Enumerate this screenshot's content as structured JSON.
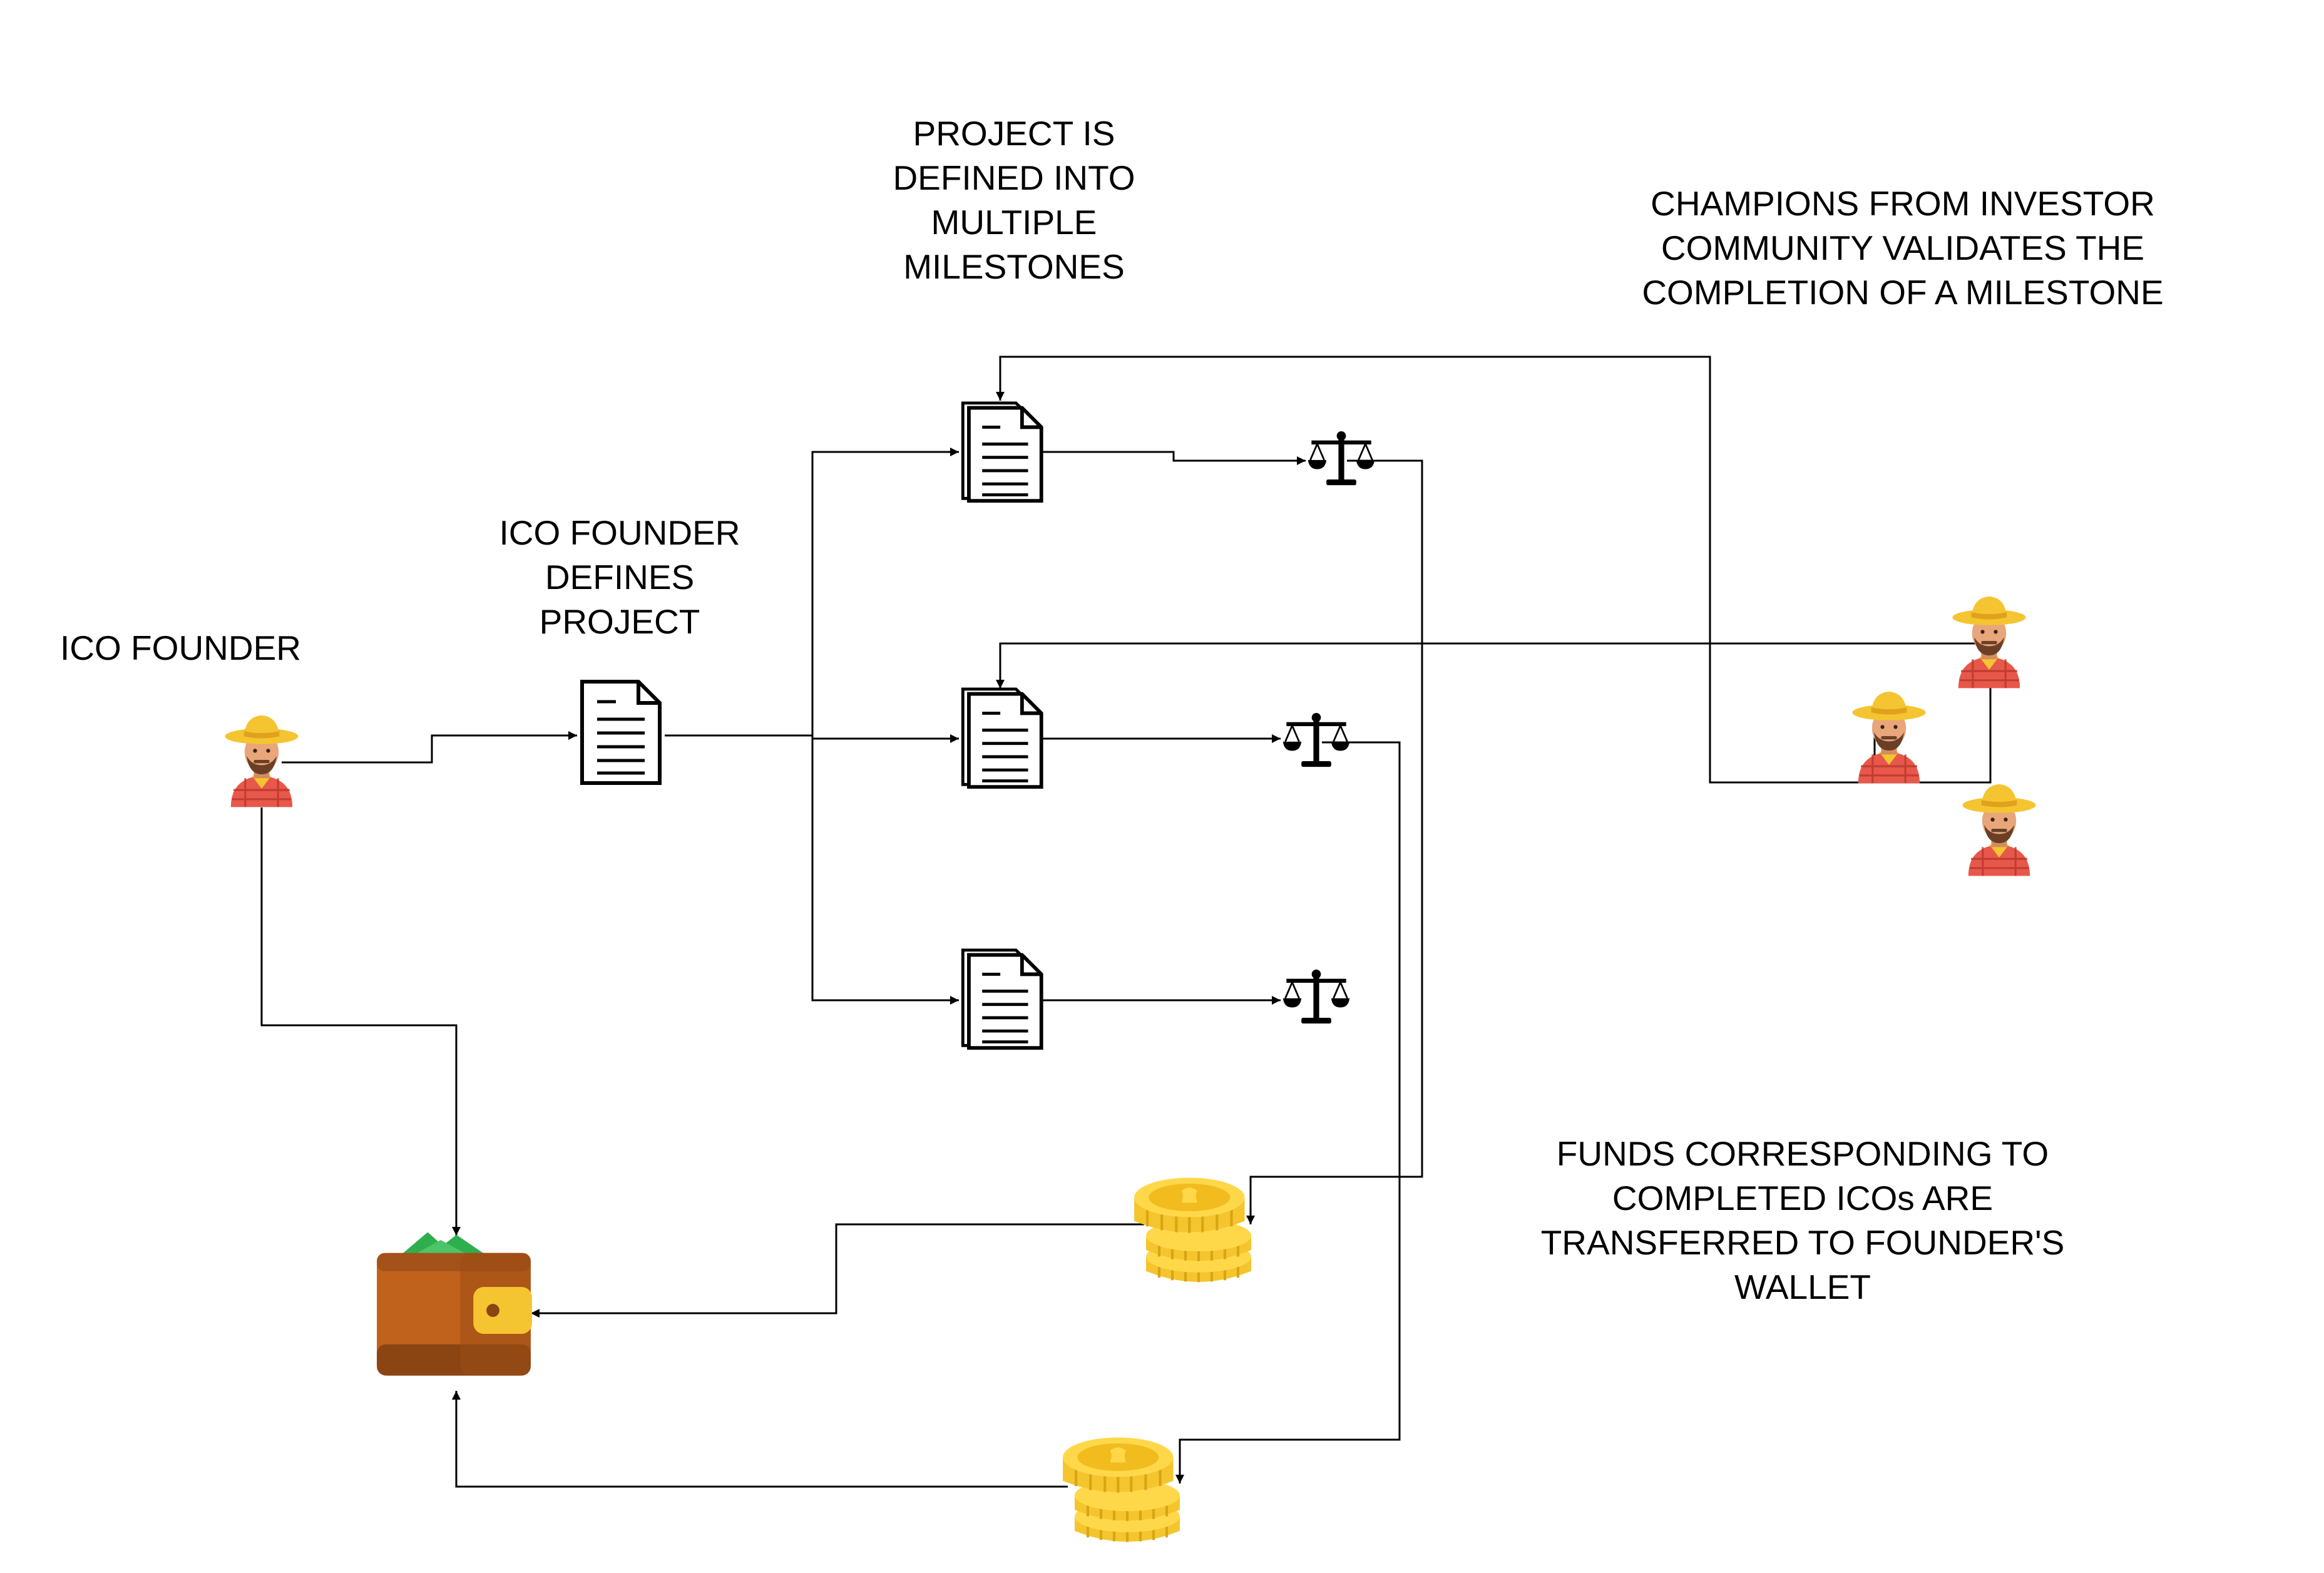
{
  "labels": {
    "ico_founder": "ICO FOUNDER",
    "founder_defines": [
      "ICO FOUNDER",
      "DEFINES",
      "PROJECT"
    ],
    "milestones": [
      "PROJECT IS",
      "DEFINED INTO",
      "MULTIPLE",
      "MILESTONES"
    ],
    "champions": [
      "CHAMPIONS FROM INVESTOR",
      "COMMUNITY VALIDATES THE",
      "COMPLETION OF A MILESTONE"
    ],
    "funds": [
      "FUNDS CORRESPONDING TO",
      "COMPLETED ICOs ARE",
      "TRANSFERRED TO FOUNDER'S",
      "WALLET"
    ]
  },
  "icons": {
    "founder": "farmer-person-icon",
    "project_document": "document-icon",
    "milestone_documents": "stacked-documents-icon",
    "validation": "balance-scale-icon",
    "champions": "farmer-person-icon",
    "coins": "gold-coins-icon",
    "wallet": "wallet-icon"
  },
  "colors": {
    "line": "#000000",
    "hat": "#F5C431",
    "shirt": "#E8584A",
    "skin": "#E8A67A",
    "coin": "#F5C52E",
    "coin_dark": "#D9A416",
    "wallet_brown": "#C0621B",
    "wallet_dark": "#8B4513",
    "money_green": "#2FAE4E"
  }
}
